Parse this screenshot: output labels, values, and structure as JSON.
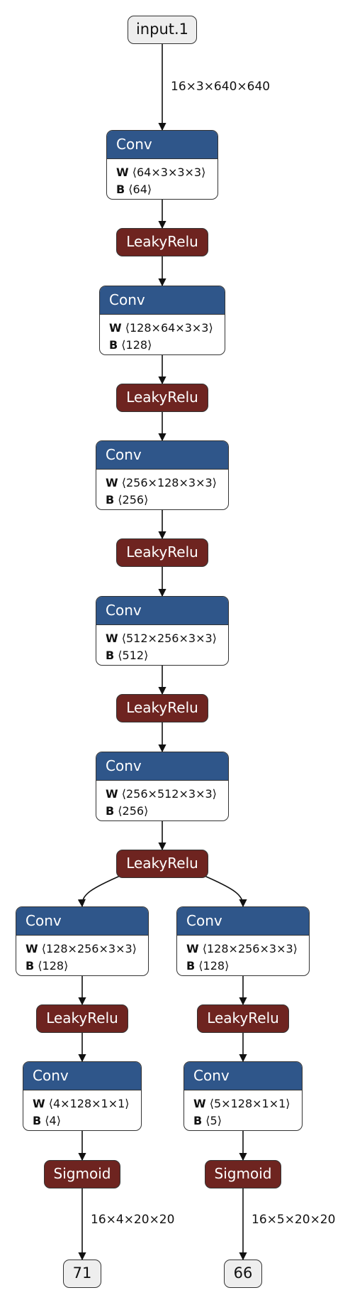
{
  "graph": {
    "input": {
      "label": "input.1",
      "edge_label": "16×3×640×640"
    },
    "trunk": [
      {
        "op": "Conv",
        "w": "⟨64×3×3×3⟩",
        "b": "⟨64⟩",
        "act": "LeakyRelu"
      },
      {
        "op": "Conv",
        "w": "⟨128×64×3×3⟩",
        "b": "⟨128⟩",
        "act": "LeakyRelu"
      },
      {
        "op": "Conv",
        "w": "⟨256×128×3×3⟩",
        "b": "⟨256⟩",
        "act": "LeakyRelu"
      },
      {
        "op": "Conv",
        "w": "⟨512×256×3×3⟩",
        "b": "⟨512⟩",
        "act": "LeakyRelu"
      },
      {
        "op": "Conv",
        "w": "⟨256×512×3×3⟩",
        "b": "⟨256⟩",
        "act": "LeakyRelu"
      }
    ],
    "branches": [
      {
        "conv1": {
          "op": "Conv",
          "w": "⟨128×256×3×3⟩",
          "b": "⟨128⟩"
        },
        "act1": "LeakyRelu",
        "conv2": {
          "op": "Conv",
          "w": "⟨4×128×1×1⟩",
          "b": "⟨4⟩"
        },
        "act2": "Sigmoid",
        "edge_label": "16×4×20×20",
        "output": "71"
      },
      {
        "conv1": {
          "op": "Conv",
          "w": "⟨128×256×3×3⟩",
          "b": "⟨128⟩"
        },
        "act1": "LeakyRelu",
        "conv2": {
          "op": "Conv",
          "w": "⟨5×128×1×1⟩",
          "b": "⟨5⟩"
        },
        "act2": "Sigmoid",
        "edge_label": "16×5×20×20",
        "output": "66"
      }
    ],
    "labels": {
      "weight": "W",
      "bias": "B"
    },
    "colors": {
      "conv": "#2f568a",
      "activation": "#6e2420",
      "terminal": "#eeeeee",
      "edge": "#111111"
    }
  }
}
